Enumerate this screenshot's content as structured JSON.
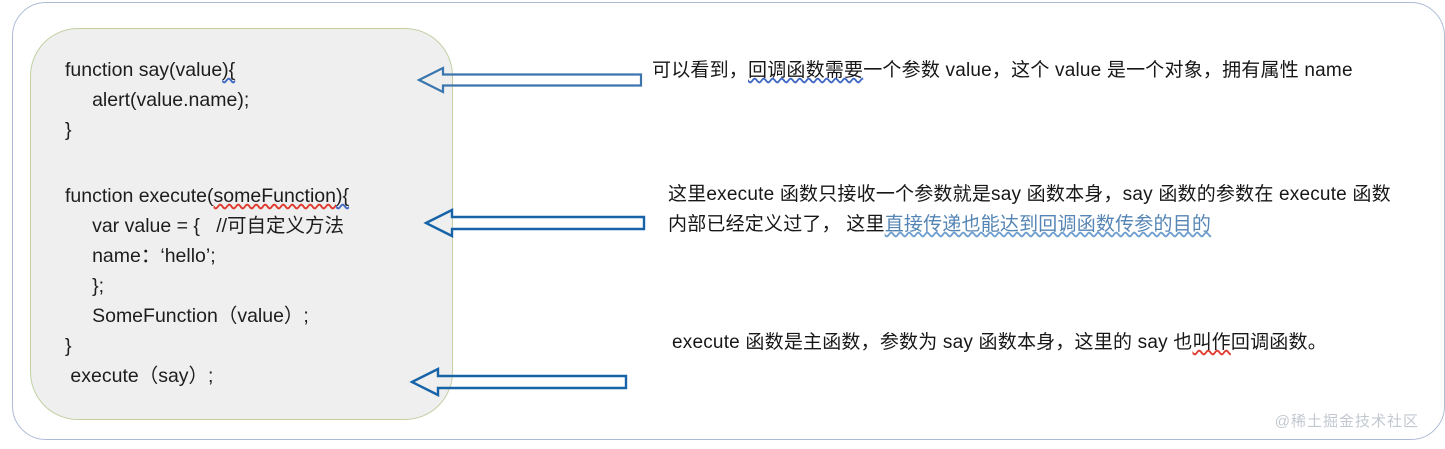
{
  "code_block": {
    "lines": [
      {
        "text": "function say(value){",
        "marks": [
          {
            "word": "){",
            "style": "blue"
          }
        ]
      },
      {
        "text": "     alert(value.name);",
        "marks": []
      },
      {
        "text": "}",
        "marks": []
      },
      {
        "text": "",
        "marks": []
      },
      {
        "text": "function execute(someFunction){",
        "marks": [
          {
            "word": "someFunction",
            "style": "red"
          },
          {
            "word": "){",
            "style": "blue"
          }
        ]
      },
      {
        "text": "     var value = {   //可自定义方法",
        "marks": []
      },
      {
        "text": "     name：‘hello’;",
        "marks": []
      },
      {
        "text": "     };",
        "marks": []
      },
      {
        "text": "     SomeFunction（value）;",
        "marks": []
      },
      {
        "text": "}",
        "marks": []
      },
      {
        "text": " execute（say）;",
        "marks": []
      }
    ]
  },
  "notes": {
    "note_1": "可以看到，回调函数需要一个参数 value，这个 value 是一个对象，拥有属性 name",
    "note_2_part_a": "这里execute 函数只接收一个参数就是say 函数本身，say 函数的参数在 execute 函数内部已经定义过了， 这里",
    "note_2_part_b": "直接传递也能达到回调函数传参的目的",
    "note_3": "execute 函数是主函数，参数为 say 函数本身，这里的 say 也叫作回调函数。"
  },
  "arrows": {
    "arrow_1_label": "arrow-to-say-function",
    "arrow_2_label": "arrow-to-execute-function",
    "arrow_3_label": "arrow-to-execute-call"
  },
  "watermark": {
    "text": "@稀土掘金技术社区"
  },
  "colors": {
    "outer_frame_border": "#aebbd6",
    "code_panel_border": "#c2d0a4",
    "code_panel_background": "#eeefee",
    "arrow_stroke_light": "#3b76ae",
    "arrow_stroke_dark": "#1763a8",
    "note_blue_text": "#5585b5",
    "squiggle_red": "#e03a2f",
    "squiggle_blue": "#4169c4",
    "watermark_text": "#c3c8d0"
  }
}
